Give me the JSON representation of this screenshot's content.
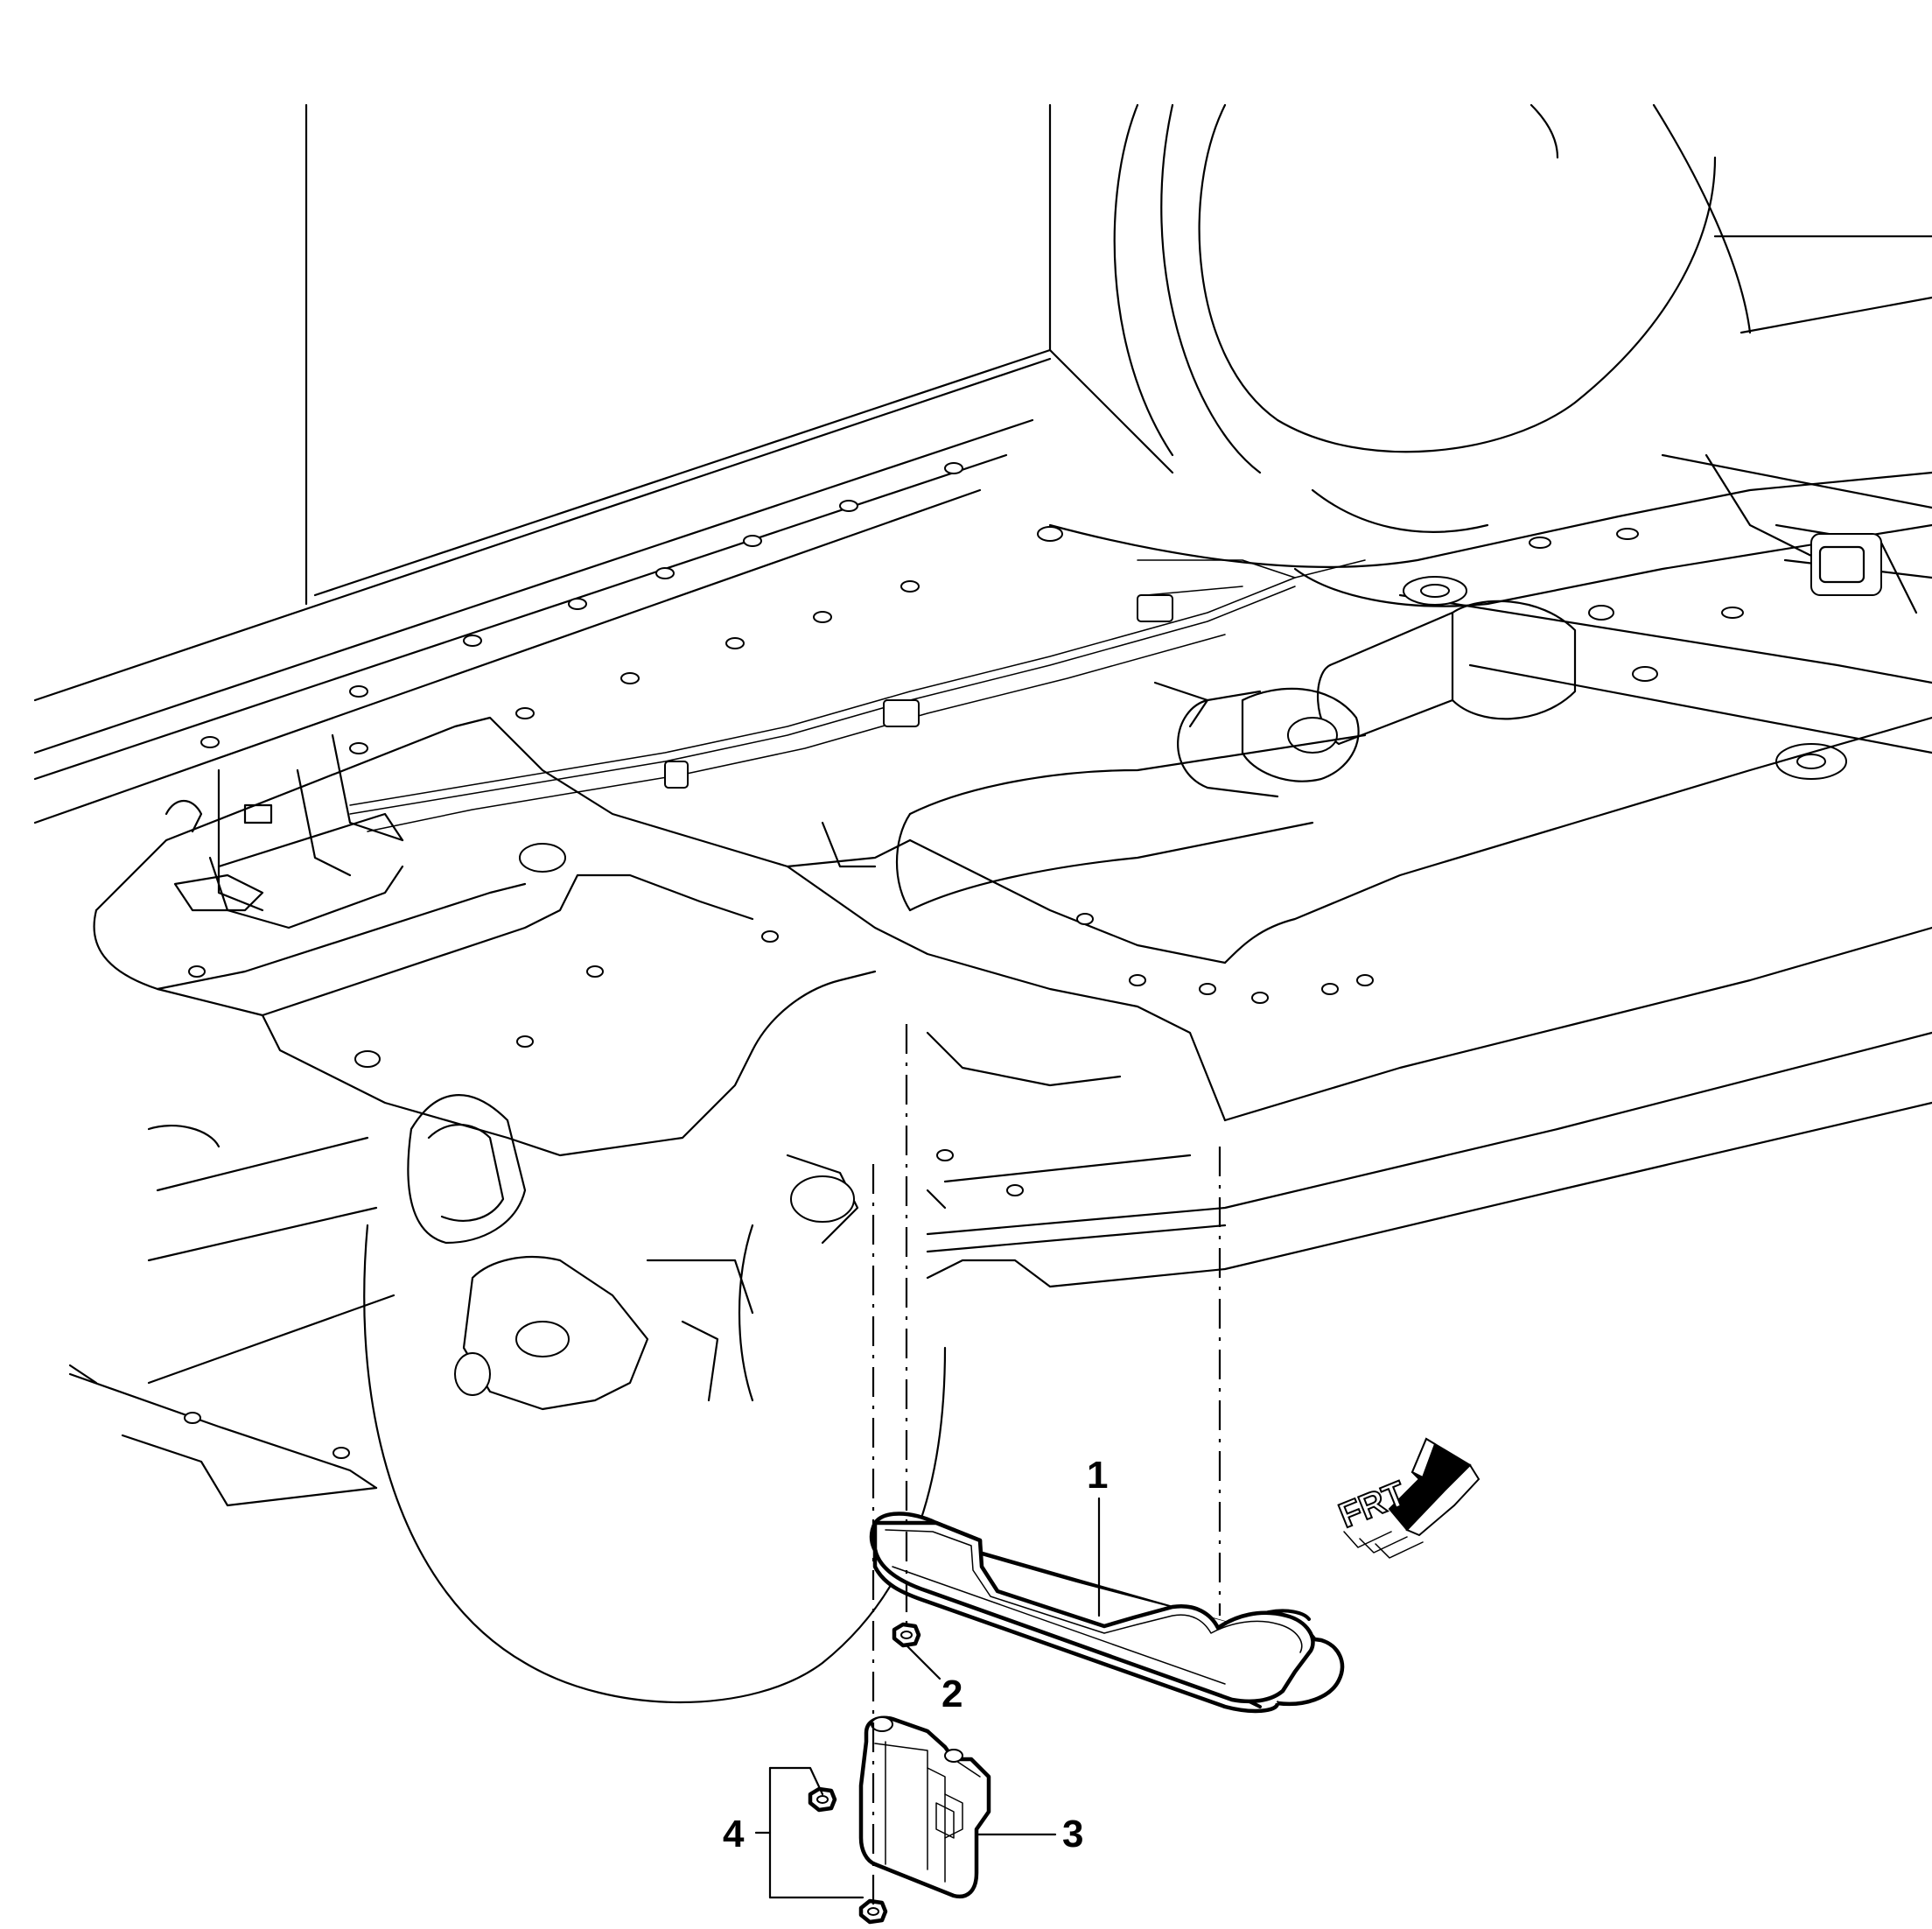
{
  "callouts": [
    {
      "id": "1",
      "label": "1"
    },
    {
      "id": "2",
      "label": "2"
    },
    {
      "id": "3",
      "label": "3"
    },
    {
      "id": "4",
      "label": "4"
    }
  ],
  "orientation_marker": {
    "label": "FRT",
    "icon": "front-direction-arrow-icon"
  }
}
